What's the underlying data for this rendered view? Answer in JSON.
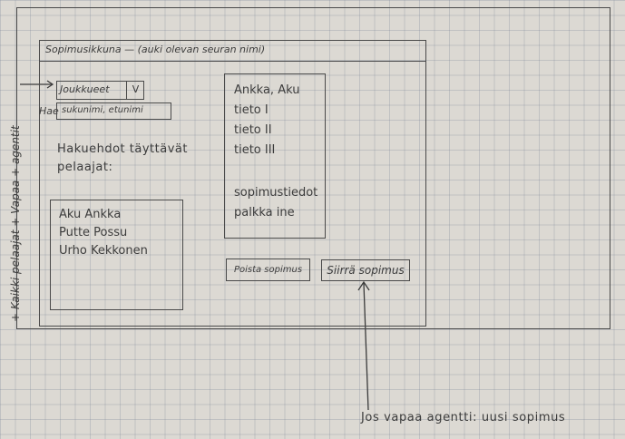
{
  "window": {
    "title": "Sopimusikkuna — (auki olevan seuran nimi)"
  },
  "season_dropdown": {
    "value": "Joukkueet",
    "arrow": "V"
  },
  "search": {
    "label": "Hae",
    "value": "sukunimi, etunimi"
  },
  "players": {
    "heading": "Hakuehdot täyttävät pelaajat:",
    "items": [
      "Aku Ankka",
      "Putte Possu",
      "Urho Kekkonen"
    ]
  },
  "details": {
    "name": "Ankka, Aku",
    "lines": [
      "tieto I",
      "tieto II",
      "tieto III"
    ],
    "contract_lines": [
      "sopimustiedot",
      "palkka ine"
    ]
  },
  "actions": {
    "delete_label": "Poista sopimus",
    "transfer_label": "Siirrä sopimus"
  },
  "annotations": {
    "side_note": "+ Kaikki pelaajat + Vapaa + agentit",
    "bottom_note": "Jos vapaa agentti: uusi sopimus"
  }
}
